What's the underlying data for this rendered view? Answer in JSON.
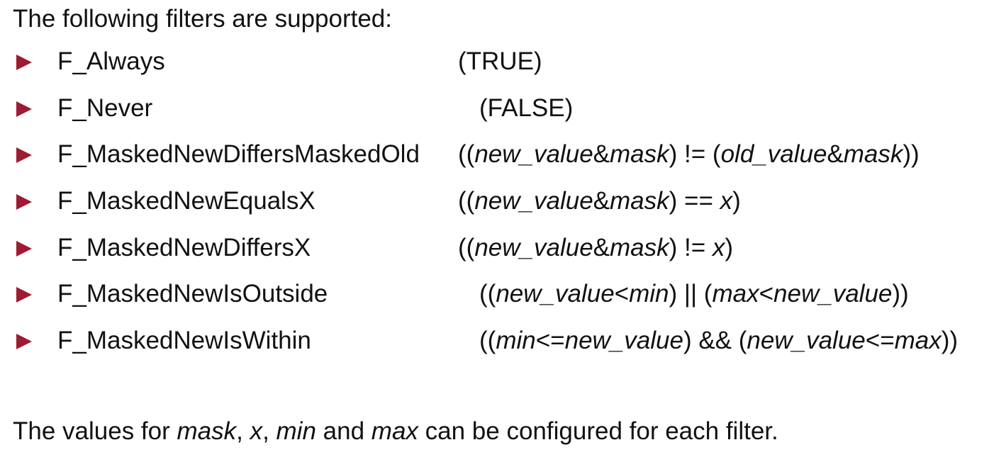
{
  "intro": "The following filters are supported:",
  "bullet_color": "#9e1b32",
  "bullet_icon": "triangle-right-icon",
  "filters": [
    {
      "name": "F_Always",
      "expression": [
        {
          "text": "(TRUE)",
          "italic": false
        }
      ]
    },
    {
      "name": "F_Never",
      "expression": [
        {
          "text": "(FALSE)",
          "italic": false
        }
      ]
    },
    {
      "name": "F_MaskedNewDiffersMaskedOld",
      "expression": [
        {
          "text": "((",
          "italic": false
        },
        {
          "text": "new_value",
          "italic": true
        },
        {
          "text": "&",
          "italic": false
        },
        {
          "text": "mask",
          "italic": true
        },
        {
          "text": ") != (",
          "italic": false
        },
        {
          "text": "old_value",
          "italic": true
        },
        {
          "text": "&",
          "italic": false
        },
        {
          "text": "mask",
          "italic": true
        },
        {
          "text": "))",
          "italic": false
        }
      ]
    },
    {
      "name": "F_MaskedNewEqualsX",
      "expression": [
        {
          "text": "((",
          "italic": false
        },
        {
          "text": "new_value",
          "italic": true
        },
        {
          "text": "&",
          "italic": false
        },
        {
          "text": "mask",
          "italic": true
        },
        {
          "text": ") == ",
          "italic": false
        },
        {
          "text": "x",
          "italic": true
        },
        {
          "text": ")",
          "italic": false
        }
      ]
    },
    {
      "name": "F_MaskedNewDiffersX",
      "expression": [
        {
          "text": "((",
          "italic": false
        },
        {
          "text": "new_value",
          "italic": true
        },
        {
          "text": "&",
          "italic": false
        },
        {
          "text": "mask",
          "italic": true
        },
        {
          "text": ") != ",
          "italic": false
        },
        {
          "text": "x",
          "italic": true
        },
        {
          "text": ")",
          "italic": false
        }
      ]
    },
    {
      "name": "F_MaskedNewIsOutside",
      "expression": [
        {
          "text": "((",
          "italic": false
        },
        {
          "text": "new_value",
          "italic": true
        },
        {
          "text": "<",
          "italic": false
        },
        {
          "text": "min",
          "italic": true
        },
        {
          "text": ") || (",
          "italic": false
        },
        {
          "text": "max",
          "italic": true
        },
        {
          "text": "<",
          "italic": false
        },
        {
          "text": "new_value",
          "italic": true
        },
        {
          "text": "))",
          "italic": false
        }
      ]
    },
    {
      "name": "F_MaskedNewIsWithin",
      "expression": [
        {
          "text": "((",
          "italic": false
        },
        {
          "text": "min",
          "italic": true
        },
        {
          "text": "<=",
          "italic": false
        },
        {
          "text": "new_value",
          "italic": true
        },
        {
          "text": ") && (",
          "italic": false
        },
        {
          "text": "new_value",
          "italic": true
        },
        {
          "text": "<=",
          "italic": false
        },
        {
          "text": "max",
          "italic": true
        },
        {
          "text": "))",
          "italic": false
        }
      ]
    }
  ],
  "footer": [
    {
      "text": "The values for ",
      "italic": false
    },
    {
      "text": "mask",
      "italic": true
    },
    {
      "text": ", ",
      "italic": false
    },
    {
      "text": "x",
      "italic": true
    },
    {
      "text": ", ",
      "italic": false
    },
    {
      "text": "min",
      "italic": true
    },
    {
      "text": " and ",
      "italic": false
    },
    {
      "text": "max",
      "italic": true
    },
    {
      "text": " can be configured for each filter.",
      "italic": false
    }
  ]
}
